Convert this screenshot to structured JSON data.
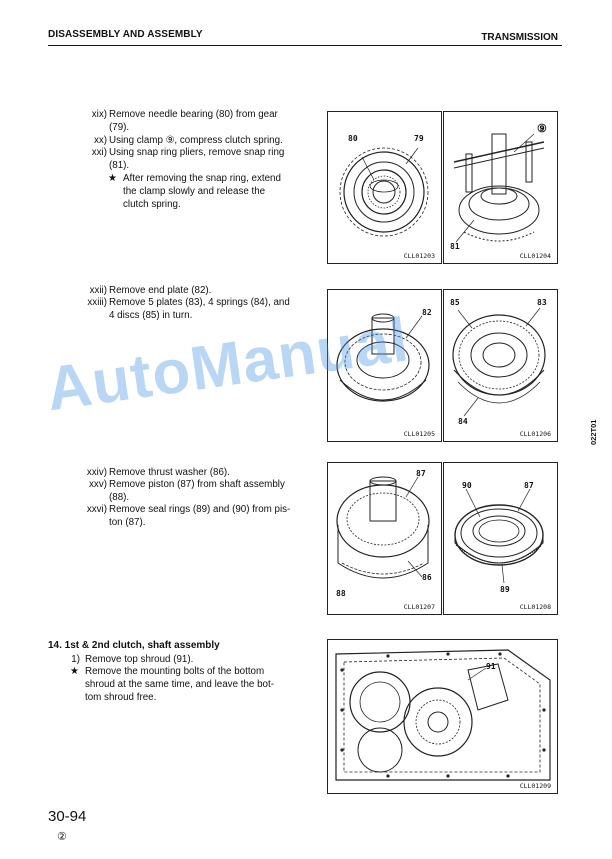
{
  "header": {
    "left": "DISASSEMBLY AND ASSEMBLY",
    "right": "TRANSMISSION"
  },
  "steps_a": [
    {
      "num": "xix)",
      "text": "Remove needle bearing (80) from gear",
      "cont": "(79)."
    },
    {
      "num": "xx)",
      "text": "Using clamp ⑨, compress clutch spring."
    },
    {
      "num": "xxi)",
      "text": "Using snap ring pliers, remove snap ring",
      "cont": "(81)."
    }
  ],
  "note_a": {
    "star": "★",
    "lines": [
      "After removing the snap ring, extend",
      "the clamp slowly and release the",
      "clutch spring."
    ]
  },
  "steps_b": [
    {
      "num": "xxii)",
      "text": "Remove end plate (82)."
    },
    {
      "num": "xxiii)",
      "text": "Remove 5 plates (83), 4 springs (84), and",
      "cont": "4 discs (85) in turn."
    }
  ],
  "steps_c": [
    {
      "num": "xxiv)",
      "text": "Remove thrust washer (86)."
    },
    {
      "num": "xxv)",
      "text": "Remove piston (87) from shaft assembly",
      "cont": "(88)."
    },
    {
      "num": "xxvi)",
      "text": "Remove seal rings (89) and (90) from pis-",
      "cont": "ton (87)."
    }
  ],
  "section14": {
    "heading": "14.  1st & 2nd clutch, shaft assembly",
    "step1": {
      "num": "1)",
      "text": "Remove top shroud (91)."
    },
    "note": {
      "star": "★",
      "lines": [
        "Remove the mounting bolts of the bottom",
        "shroud at the same time, and leave the bot-",
        "tom shroud free."
      ]
    }
  },
  "figures": [
    {
      "code": "CLL01203",
      "labels": [
        "80",
        "79"
      ]
    },
    {
      "code": "CLL01204",
      "labels": [
        "⑨",
        "81"
      ]
    },
    {
      "code": "CLL01205",
      "labels": [
        "82"
      ]
    },
    {
      "code": "CLL01206",
      "labels": [
        "85",
        "83",
        "84"
      ]
    },
    {
      "code": "CLL01207",
      "labels": [
        "87",
        "86",
        "88"
      ]
    },
    {
      "code": "CLL01208",
      "labels": [
        "90",
        "87",
        "89"
      ]
    },
    {
      "code": "CLL01209",
      "labels": [
        "91"
      ]
    }
  ],
  "side_code": "022T01",
  "watermark": "AutoManual",
  "page_number": "30-94",
  "revision": "②"
}
